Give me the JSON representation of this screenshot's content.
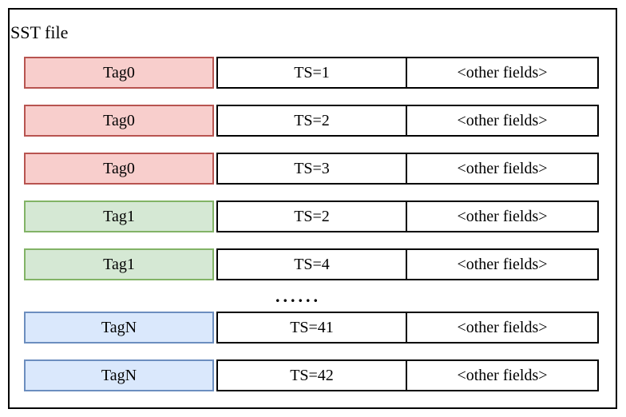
{
  "diagram": {
    "title": "SST file",
    "colors": {
      "red": {
        "fill": "#f8cecc",
        "stroke": "#b85450"
      },
      "green": {
        "fill": "#d5e8d4",
        "stroke": "#82b366"
      },
      "blue": {
        "fill": "#dae8fc",
        "stroke": "#6c8ebf"
      },
      "record_border": "#000000",
      "frame_border": "#000000"
    },
    "rows": [
      {
        "type": "record",
        "color": "red",
        "tag": "Tag0",
        "ts": "TS=1",
        "other": "<other fields>"
      },
      {
        "type": "record",
        "color": "red",
        "tag": "Tag0",
        "ts": "TS=2",
        "other": "<other fields>"
      },
      {
        "type": "record",
        "color": "red",
        "tag": "Tag0",
        "ts": "TS=3",
        "other": "<other fields>"
      },
      {
        "type": "record",
        "color": "green",
        "tag": "Tag1",
        "ts": "TS=2",
        "other": "<other fields>"
      },
      {
        "type": "record",
        "color": "green",
        "tag": "Tag1",
        "ts": "TS=4",
        "other": "<other fields>"
      },
      {
        "type": "ellipsis",
        "text": "......"
      },
      {
        "type": "record",
        "color": "blue",
        "tag": "TagN",
        "ts": "TS=41",
        "other": "<other fields>"
      },
      {
        "type": "record",
        "color": "blue",
        "tag": "TagN",
        "ts": "TS=42",
        "other": "<other fields>"
      }
    ]
  }
}
